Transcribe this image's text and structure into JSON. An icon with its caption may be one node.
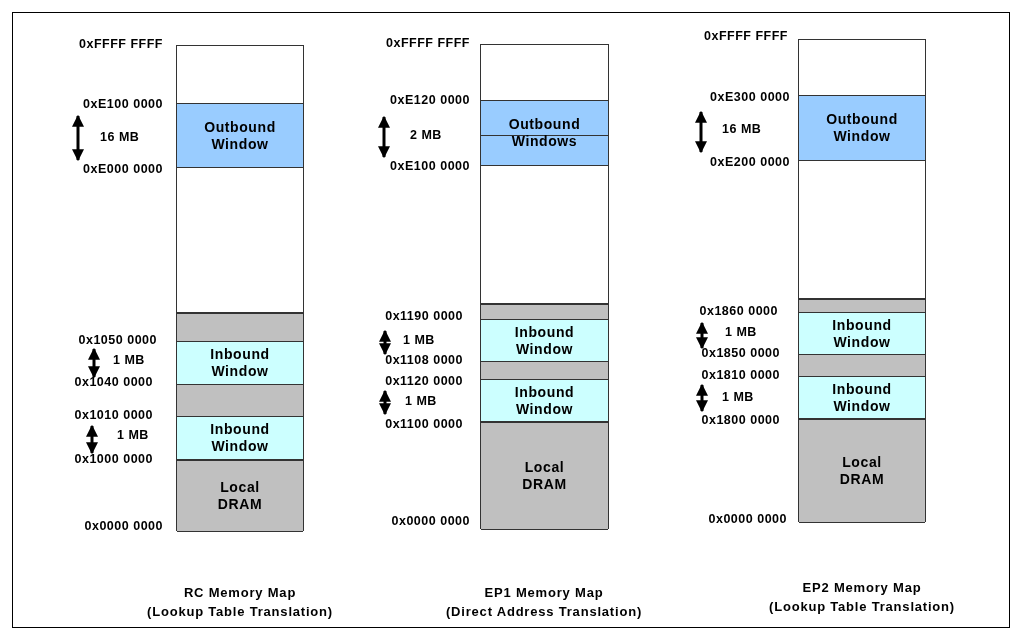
{
  "diagram": {
    "nodes": [
      {
        "text": [],
        "shape": "box"
      },
      {
        "text": [
          "Outbound Window"
        ],
        "in": 0
      },
      {
        "text": [
          "Inbound Window"
        ],
        "in": 0
      },
      {
        "text": [
          "Inbound Window"
        ],
        "in": 0
      },
      {
        "text": [
          "Local DRAM"
        ],
        "in": 0
      },
      {
        "text": [],
        "shape": "box"
      },
      {
        "text": [
          "Outbound Windows"
        ],
        "in": 5
      },
      {
        "text": [
          "Inbound Window"
        ],
        "in": 5
      },
      {
        "text": [
          "Inbound Window"
        ],
        "in": 5
      },
      {
        "text": [
          "Local DRAM"
        ],
        "in": 5
      },
      {
        "text": [],
        "shape": "box"
      },
      {
        "text": [
          "Outbound Window"
        ],
        "in": 10
      },
      {
        "text": [
          "Inbound Window"
        ],
        "in": 10
      },
      {
        "text": [
          "Inbound Window"
        ],
        "in": 10
      },
      {
        "text": [
          "Local DRAM"
        ],
        "in": 10
      }
    ],
    "labels": [
      "0xFFFF FFFF",
      "0xE100 0000",
      "16 MB",
      "0xE000 0000",
      "0x1050 0000",
      "1 MB",
      "0x1040 0000",
      "0x1010 0000",
      "1 MB",
      "0x1000 0000",
      "0x0000 0000",
      "0xFFFF FFFF",
      "0xE120 0000",
      "2 MB",
      "0xE100 0000",
      "0x1190 0000",
      "1 MB",
      "0x1108 0000",
      "0x1120 0000",
      "1 MB",
      "0x1100 0000",
      "0x0000 0000",
      "0xFFFF FFFF",
      "0xE300 0000",
      "16 MB",
      "0xE200 0000",
      "0x1860 0000",
      "1 MB",
      "0x1850 0000",
      "0x1810 0000",
      "1 MB",
      "0x1800 0000",
      "0x0000 0000",
      "RC Memory Map",
      "EP1 Memory Map",
      "EP2 Memory Map",
      "(Lookup Table Translation)",
      "(Direct Address Translation)",
      "(Lookup Table Translation)"
    ]
  }
}
